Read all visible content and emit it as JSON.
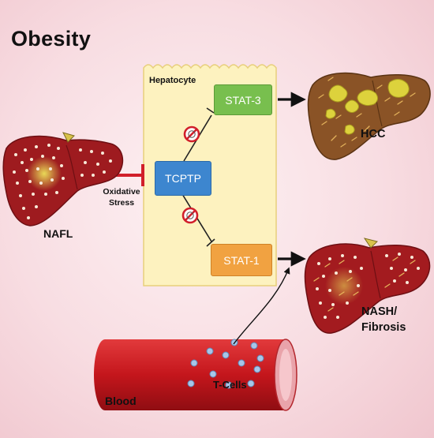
{
  "title": "Obesity",
  "hepatocyte_label": "Hepatocyte",
  "nodes": {
    "stat3": "STAT-3",
    "tcptp": "TCPTP",
    "stat1": "STAT-1"
  },
  "labels": {
    "oxidative_line1": "Oxidative",
    "oxidative_line2": "Stress",
    "nafl": "NAFL",
    "hcc": "HCC",
    "nash_line1": "NASH/",
    "nash_line2": "Fibrosis",
    "blood": "Blood",
    "tcells": "T-Cells"
  },
  "colors": {
    "liver_red": "#9e1b1f",
    "liver_brown": "#8a5326",
    "hepatocyte_fill": "#fdf2bf",
    "stat3": "#78bf4e",
    "tcptp": "#3d86cf",
    "stat1": "#f1a241",
    "inhibit_red": "#d11f2a",
    "vessel_red": "#c4161c"
  }
}
